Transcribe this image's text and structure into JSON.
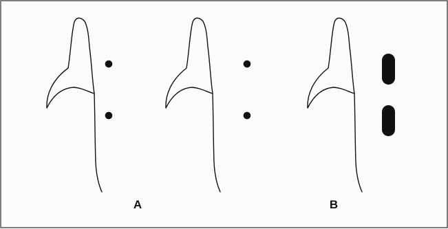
{
  "figure": {
    "labels": {
      "a": "A",
      "b": "B"
    },
    "colors": {
      "background": "#fbfbfa",
      "border": "#4a4a4a",
      "stroke": "#111111",
      "mark_fill": "#111111"
    },
    "elements": [
      "tooth-outline-1",
      "tooth-outline-2",
      "tooth-outline-3",
      "dot-pair-1",
      "dot-pair-2",
      "elongated-marks"
    ]
  }
}
